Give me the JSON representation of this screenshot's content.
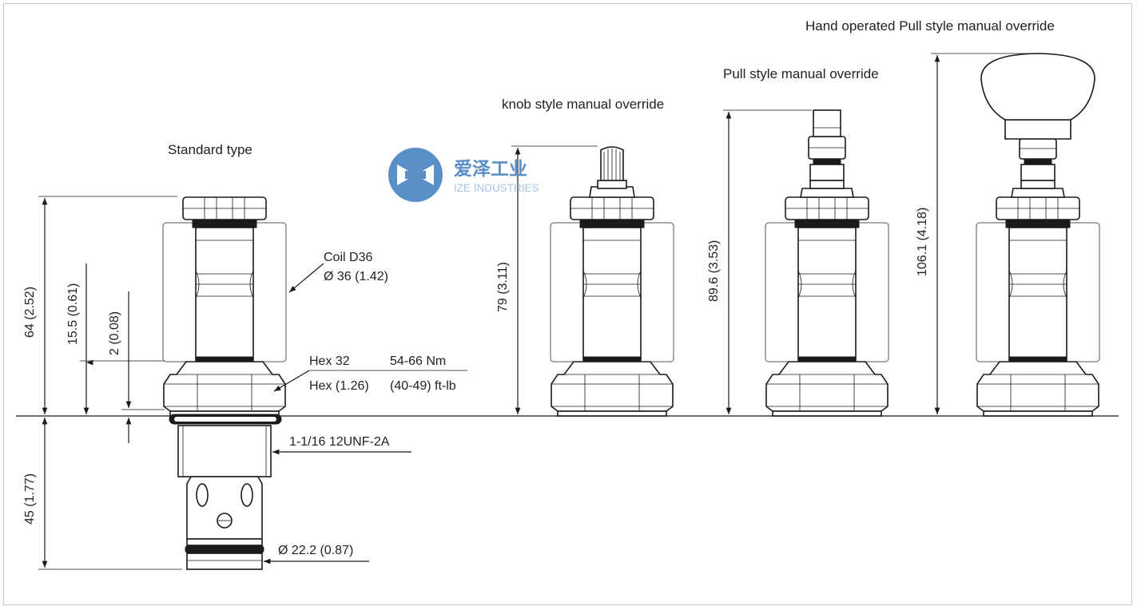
{
  "titles": {
    "standard": "Standard type",
    "knob": "knob style manual override",
    "pull": "Pull style manual override",
    "hand_pull": "Hand operated Pull style manual override"
  },
  "dimensions": {
    "total_height": "64 (2.52)",
    "coil_offset": "15.5 (0.61)",
    "small_gap": "2 (0.08)",
    "lower_height": "45 (1.77)",
    "knob_height": "79 (3.11)",
    "pull_height": "89.6 (3.53)",
    "hand_pull_height": "106.1 (4.18)"
  },
  "callouts": {
    "coil_line1": "Coil D36",
    "coil_line2": "Ø 36 (1.42)",
    "hex_line1": "Hex 32",
    "hex_line2": "Hex (1.26)",
    "torque_line1": "54-66 Nm",
    "torque_line2": "(40-49) ft-lb",
    "thread": "1-1/16 12UNF-2A",
    "diameter": "Ø 22.2 (0.87)"
  },
  "watermark": {
    "cn": "爱泽工业",
    "en": "IZE INDUSTRIES",
    "color_blue": "#5b8fc7",
    "color_light": "#a9c4e4"
  }
}
